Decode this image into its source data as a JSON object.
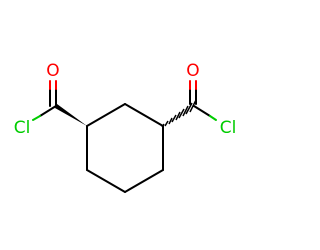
{
  "molecule": {
    "atoms": {
      "o_left": {
        "label": "O",
        "color": "#ff0000"
      },
      "o_right": {
        "label": "O",
        "color": "#ff0000"
      },
      "cl_left": {
        "label": "Cl",
        "color": "#00cc00"
      },
      "cl_right": {
        "label": "Cl",
        "color": "#00cc00"
      }
    },
    "stereo": {
      "left_acyl_bond": "wedge",
      "right_acyl_bond": "hash"
    }
  }
}
